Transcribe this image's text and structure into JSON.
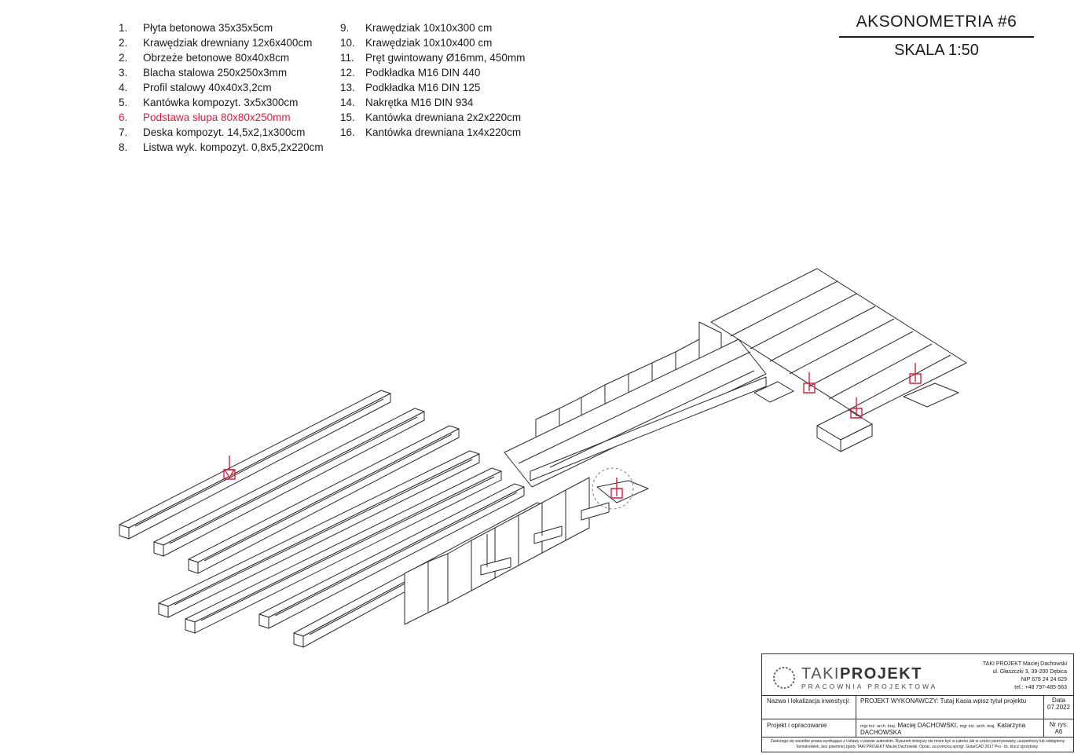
{
  "legend": {
    "left": [
      {
        "num": "1.",
        "label": "Płyta betonowa 35x35x5cm"
      },
      {
        "num": "2.",
        "label": "Krawędziak drewniany 12x6x400cm"
      },
      {
        "num": "2.",
        "label": "Obrzeże betonowe 80x40x8cm"
      },
      {
        "num": "3.",
        "label": "Blacha stalowa 250x250x3mm"
      },
      {
        "num": "4.",
        "label": "Profil stalowy 40x40x3,2cm"
      },
      {
        "num": "5.",
        "label": "Kantówka kompozyt. 3x5x300cm"
      },
      {
        "num": "6.",
        "label": "Podstawa słupa 80x80x250mm"
      },
      {
        "num": "7.",
        "label": "Deska kompozyt. 14,5x2,1x300cm"
      },
      {
        "num": "8.",
        "label": "Listwa wyk. kompozyt. 0,8x5,2x220cm"
      }
    ],
    "right": [
      {
        "num": "9.",
        "label": "Krawędziak 10x10x300 cm"
      },
      {
        "num": "10.",
        "label": "Krawędziak 10x10x400 cm"
      },
      {
        "num": "11.",
        "label": "Pręt gwintowany Ø16mm, 450mm"
      },
      {
        "num": "12.",
        "label": "Podkładka M16 DIN 440"
      },
      {
        "num": "13.",
        "label": "Podkładka M16 DIN 125"
      },
      {
        "num": "14.",
        "label": "Nakrętka M16 DIN 934"
      },
      {
        "num": "15.",
        "label": "Kantówka drewniana 2x2x220cm"
      },
      {
        "num": "16.",
        "label": "Kantówka drewniana 1x4x220cm"
      }
    ],
    "highlight_color": "#d81e3f"
  },
  "title": {
    "main": "AKSONOMETRIA #6",
    "scale": "SKALA 1:50"
  },
  "stamp": {
    "brand_light": "TAKI",
    "brand_bold": "PROJEKT",
    "brand_sub": "PRACOWNIA PROJEKTOWA",
    "company_name": "TAKI PROJEKT Maciej Dachowski",
    "company_address": "ul. Głaszczki 3, 39-200 Dębica",
    "company_nip": "NIP 676 24 24 629",
    "company_tel": "tel.: +48 797-485-563",
    "row1_label": "Nazwa i lokalizacja inwestycji:",
    "row1_value": "PROJEKT WYKONAWCZY: Tutaj Kasia wpisz tytuł projektu",
    "row1_date_label": "Data",
    "row1_date": "07.2022",
    "row2_label": "Projekt i opracowanie",
    "row2_value_a_title": "mgr inż. arch. kraj.",
    "row2_value_a_name": "Maciej DACHOWSKI,",
    "row2_value_b_title": "mgr inż. arch. kraj.",
    "row2_value_b_name": "Katarzyna DACHOWSKA",
    "row2_sheet_label": "Nr rys:",
    "row2_sheet": "A6",
    "notice": "Zastrzega się wszelkie prawa wynikające z Ustawy o prawie autorskim. Rysunek niniejszy nie może być w całości lub w części przerysowany, uszpełniony lub odstępiony komukolwiek, bez pisemnej zgody TAKI PROJEKT Maciej Dachowski. Oprac. za pomocą oprogr. GstarCAD 2017 Pro - lic. klucz sprzętowy."
  },
  "colors": {
    "line": "#2a2a2a",
    "accent": "#d81e3f"
  }
}
